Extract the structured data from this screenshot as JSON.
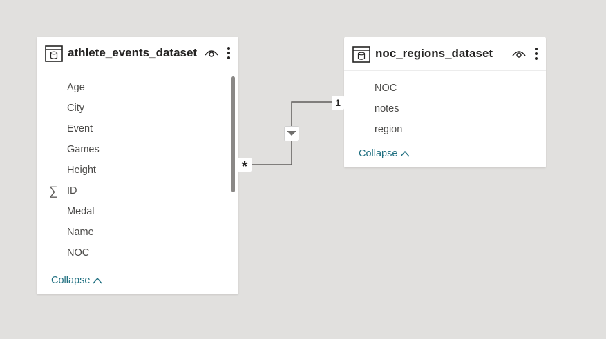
{
  "tables": [
    {
      "title": "athlete_events_dataset",
      "fields": [
        "Age",
        "City",
        "Event",
        "Games",
        "Height",
        "ID",
        "Medal",
        "Name",
        "NOC"
      ],
      "collapse_label": "Collapse"
    },
    {
      "title": "noc_regions_dataset",
      "fields": [
        "NOC",
        "notes",
        "region"
      ],
      "collapse_label": "Collapse"
    }
  ],
  "relationship": {
    "from_cardinality": "*",
    "to_cardinality": "1"
  },
  "icons": {
    "table": "table-icon",
    "visibility": "eye-icon",
    "more": "more-options-icon",
    "sum": "sigma-icon",
    "collapse": "chevron-up-icon",
    "filter_direction": "filter-direction-icon"
  },
  "colors": {
    "background": "#e1e0de",
    "card": "#ffffff",
    "collapse_link": "#1f6f80",
    "connector": "#605e5c"
  }
}
